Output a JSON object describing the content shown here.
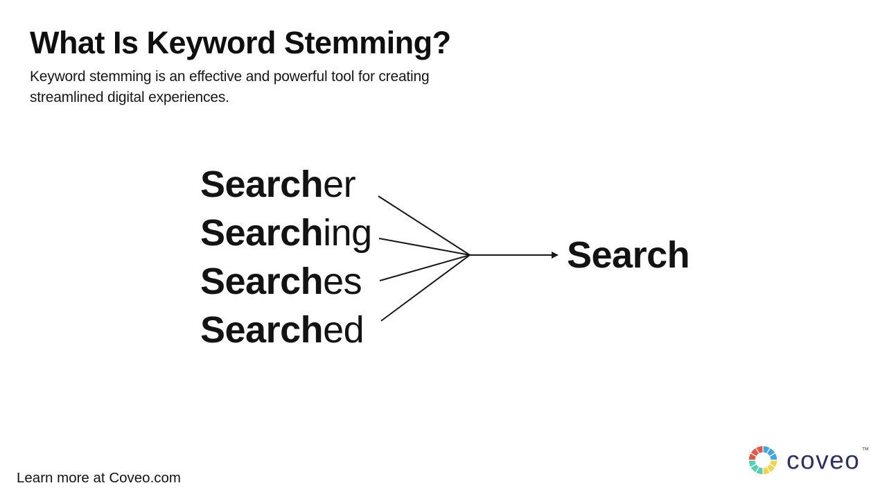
{
  "slide": {
    "title": "What Is Keyword Stemming?",
    "subtitle": "Keyword stemming is an effective and powerful tool for creating streamlined digital experiences."
  },
  "diagram": {
    "variants": [
      {
        "stem": "Search",
        "suffix": "er"
      },
      {
        "stem": "Search",
        "suffix": "ing"
      },
      {
        "stem": "Search",
        "suffix": "es"
      },
      {
        "stem": "Search",
        "suffix": "ed"
      }
    ],
    "result": "Search"
  },
  "footer": {
    "learn_more": "Learn more at Coveo.com",
    "brand": "coveo",
    "trademark": "™"
  },
  "colors": {
    "text": "#131313",
    "line": "#161616",
    "brand_navy": "#2e3263",
    "logo_red": "#e05a45",
    "logo_blue": "#41a7e3",
    "logo_teal": "#58cfb5",
    "logo_yellow": "#f4d44d"
  }
}
